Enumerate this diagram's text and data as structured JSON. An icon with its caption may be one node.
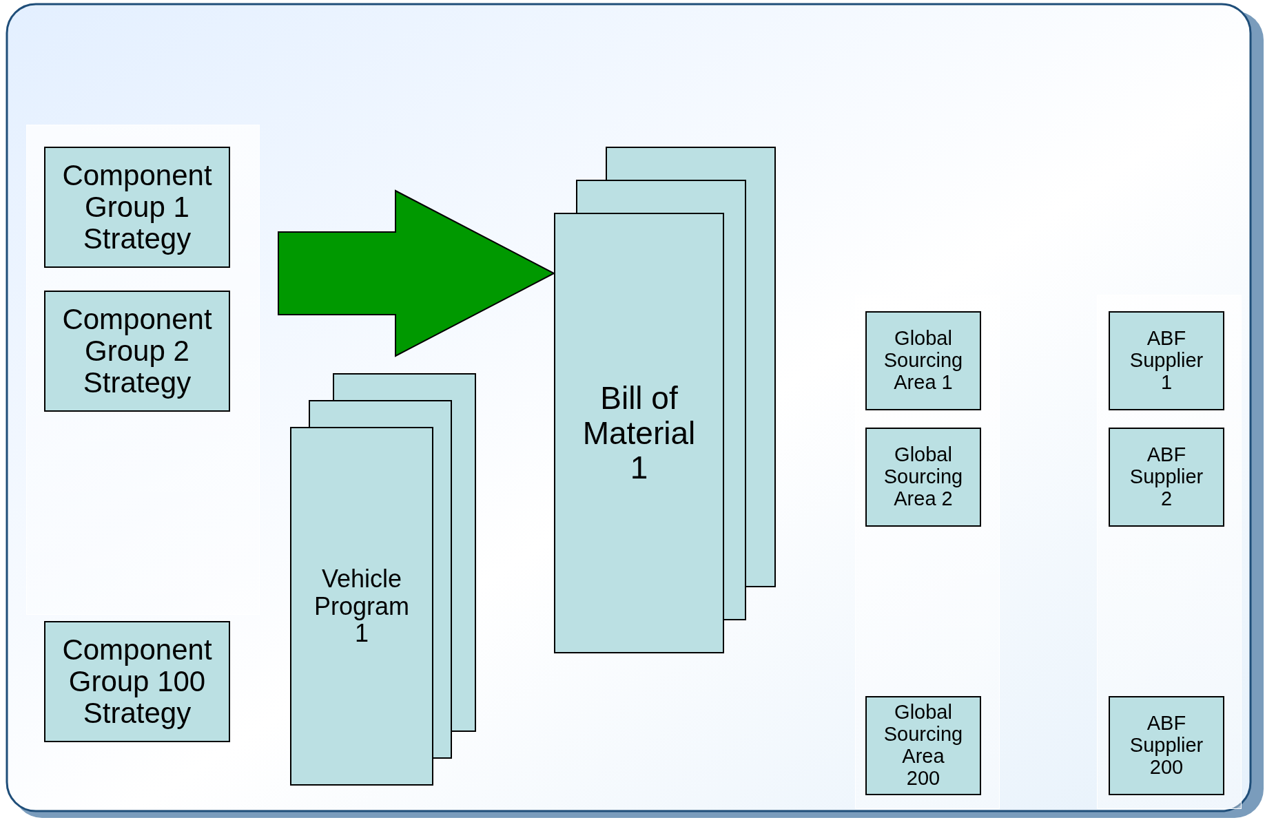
{
  "diagram": {
    "nodes": [
      {
        "text": [
          "Component Group 1 Strategy"
        ]
      },
      {
        "text": [
          "Component Group 2 Strategy"
        ]
      },
      {
        "text": [
          "Component Group 100 Strategy"
        ]
      },
      {
        "text": [
          "Vehicle Program 1"
        ]
      },
      {
        "text": [
          "Bill of Material 1"
        ]
      },
      {
        "text": [
          "Global Sourcing Area 1"
        ]
      },
      {
        "text": [
          "Global Sourcing Area 2"
        ]
      },
      {
        "text": [
          "Global Sourcing Area 200"
        ]
      },
      {
        "text": [
          "ABF Supplier 1"
        ]
      },
      {
        "text": [
          "ABF Supplier 2"
        ]
      },
      {
        "text": [
          "ABF Supplier 200"
        ]
      }
    ],
    "edges": [
      {
        "from": null,
        "to": 4,
        "arrow": "to",
        "style": "thick",
        "color": "#009900"
      }
    ]
  }
}
